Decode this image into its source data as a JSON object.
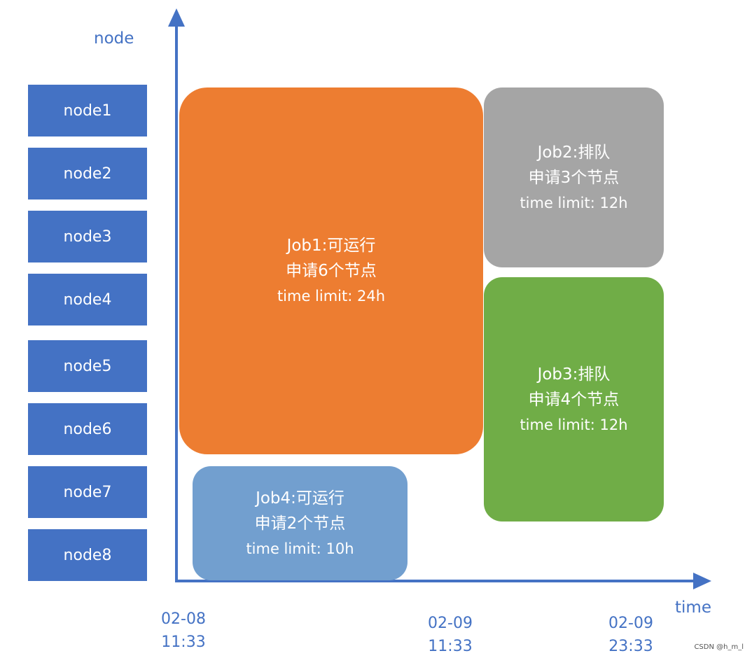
{
  "axes": {
    "y_label": "node",
    "x_label": "time",
    "color": "#4472c4"
  },
  "nodes": [
    "node1",
    "node2",
    "node3",
    "node4",
    "node5",
    "node6",
    "node7",
    "node8"
  ],
  "jobs": [
    {
      "title": "Job1:可运行",
      "request": "申请6个节点",
      "limit": "time limit: 24h",
      "color": "#ed7d31"
    },
    {
      "title": "Job2:排队",
      "request": "申请3个节点",
      "limit": "time limit: 12h",
      "color": "#a5a5a5"
    },
    {
      "title": "Job3:排队",
      "request": "申请4个节点",
      "limit": "time limit: 12h",
      "color": "#70ad47"
    },
    {
      "title": "Job4:可运行",
      "request": "申请2个节点",
      "limit": "time limit: 10h",
      "color": "#729fcf"
    }
  ],
  "ticks": [
    {
      "date": "02-08",
      "time": "11:33"
    },
    {
      "date": "02-09",
      "time": "11:33"
    },
    {
      "date": "02-09",
      "time": "23:33"
    }
  ],
  "watermark": "CSDN @h_m_l"
}
